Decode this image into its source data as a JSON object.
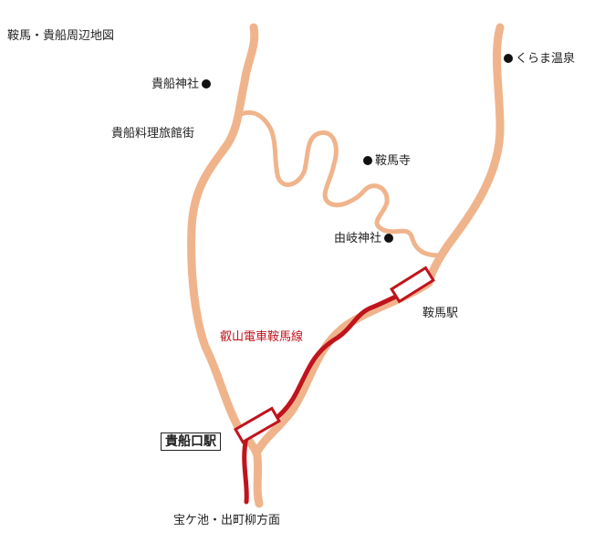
{
  "map": {
    "title": "鞍馬・貴船周辺地図",
    "colors": {
      "road": "#f0b48c",
      "railway": "#c0141c",
      "label": "#222222",
      "marker": "#111111"
    },
    "places": [
      {
        "id": "kifune-shrine",
        "label": "貴船神社",
        "marker": "dot-right"
      },
      {
        "id": "kifune-ryori",
        "label": "貴船料理旅館街",
        "marker": "none"
      },
      {
        "id": "kurama-onsen",
        "label": "くらま温泉",
        "marker": "dot-left"
      },
      {
        "id": "kurama-dera",
        "label": "鞍馬寺",
        "marker": "dot-left"
      },
      {
        "id": "yuki-shrine",
        "label": "由岐神社",
        "marker": "dot-right"
      },
      {
        "id": "kurama-station",
        "label": "鞍馬駅",
        "marker": "station-icon"
      },
      {
        "id": "kibuneguchi-station",
        "label": "貴船口駅",
        "marker": "station-icon-boxed"
      },
      {
        "id": "direction",
        "label": "宝ケ池・出町柳方面",
        "marker": "none"
      }
    ],
    "railway": {
      "label": "叡山電車鞍馬線"
    }
  }
}
